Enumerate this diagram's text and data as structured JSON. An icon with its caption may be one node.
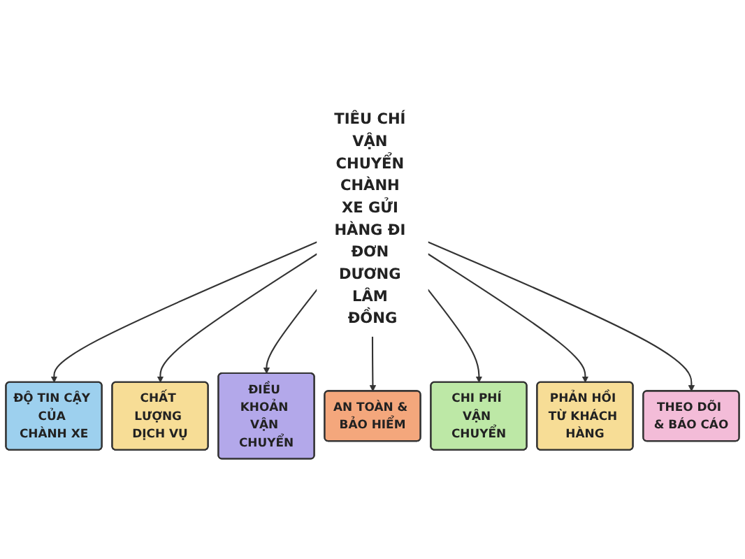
{
  "diagram": {
    "nodes": [
      {
        "text": [
          "TIÊU CHÍ VẬN CHUYỂN CHÀNH XE GỬI HÀNG ĐI ĐƠN DƯƠNG LÂM ĐỒNG"
        ]
      },
      {
        "text": [
          "ĐỘ TIN CẬY CỦA CHÀNH XE"
        ]
      },
      {
        "text": [
          "CHẤT LƯỢNG DỊCH VỤ"
        ]
      },
      {
        "text": [
          "ĐIỀU KHOẢN VẬN CHUYỂN"
        ]
      },
      {
        "text": [
          "AN TOÀN & BẢO HIỂM"
        ]
      },
      {
        "text": [
          "CHI PHÍ VẬN CHUYỂN"
        ]
      },
      {
        "text": [
          "PHẢN HỒI TỪ KHÁCH HÀNG"
        ]
      },
      {
        "text": [
          "THEO DÕI & BÁO CÁO"
        ]
      }
    ],
    "edges": [
      {
        "from": 0,
        "to": 1,
        "arrow": "to"
      },
      {
        "from": 0,
        "to": 2,
        "arrow": "to"
      },
      {
        "from": 0,
        "to": 3,
        "arrow": "to"
      },
      {
        "from": 0,
        "to": 4,
        "arrow": "to"
      },
      {
        "from": 0,
        "to": 5,
        "arrow": "to"
      },
      {
        "from": 0,
        "to": 6,
        "arrow": "to"
      },
      {
        "from": 0,
        "to": 7,
        "arrow": "to"
      }
    ]
  }
}
